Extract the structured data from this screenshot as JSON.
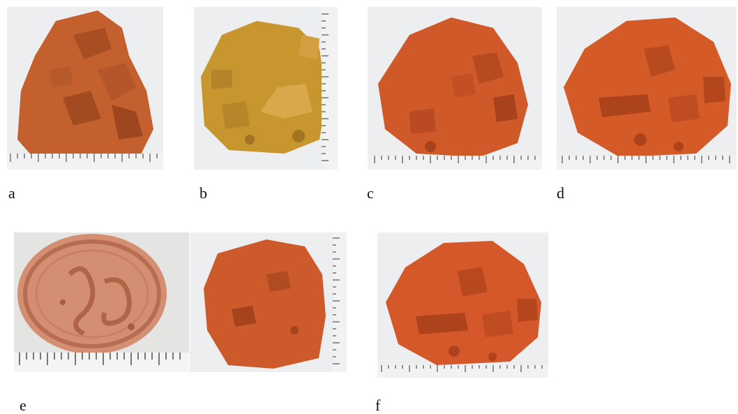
{
  "panels": [
    {
      "id": "a",
      "label": "a",
      "pigment_color": "#c4602e",
      "shade_color": "#9e4620"
    },
    {
      "id": "b",
      "label": "b",
      "pigment_color": "#c8962e",
      "shade_color": "#a07420"
    },
    {
      "id": "c",
      "label": "c",
      "pigment_color": "#d0592a",
      "shade_color": "#a8421c"
    },
    {
      "id": "d",
      "label": "d",
      "pigment_color": "#d45a28",
      "shade_color": "#ad431b"
    },
    {
      "id": "e",
      "label": "e",
      "pigment_color": "#cc5a2a",
      "shade_color": "#a5431d",
      "seal_color": "#d89a80"
    },
    {
      "id": "f",
      "label": "f",
      "pigment_color": "#d4582a",
      "shade_color": "#ad421c"
    }
  ],
  "colors": {
    "background": "#e9ebee",
    "ruler": "#f2f2f2",
    "ruler_ticks": "#333333"
  }
}
